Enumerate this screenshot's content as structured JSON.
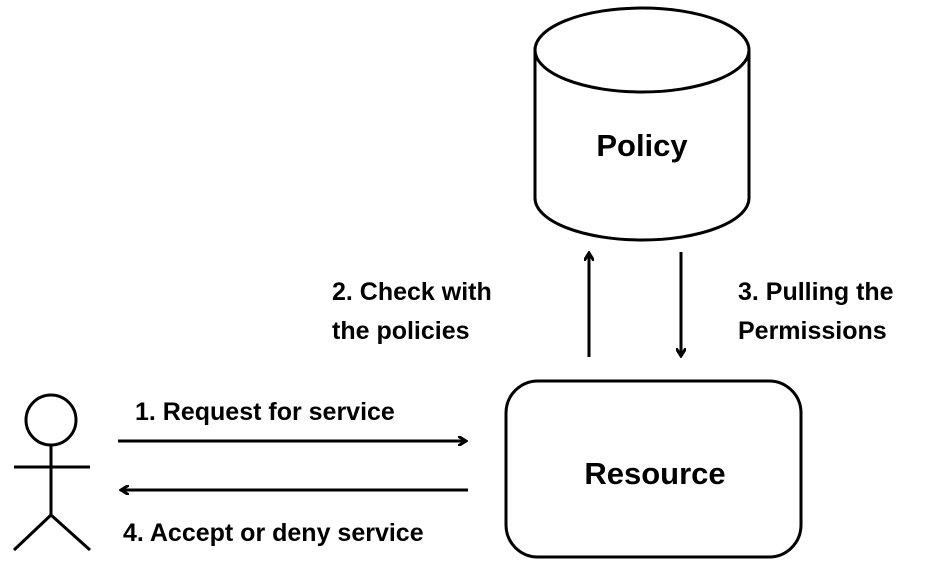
{
  "nodes": {
    "policy": {
      "label": "Policy"
    },
    "resource": {
      "label": "Resource"
    },
    "user": {
      "label": ""
    }
  },
  "edges": {
    "request": {
      "label": "1. Request for service"
    },
    "check": {
      "line1": "2. Check with",
      "line2": "the policies"
    },
    "pull": {
      "line1": "3. Pulling the",
      "line2": "Permissions"
    },
    "respond": {
      "label": "4. Accept or deny service"
    }
  },
  "colors": {
    "stroke": "#000000",
    "background": "#ffffff"
  }
}
